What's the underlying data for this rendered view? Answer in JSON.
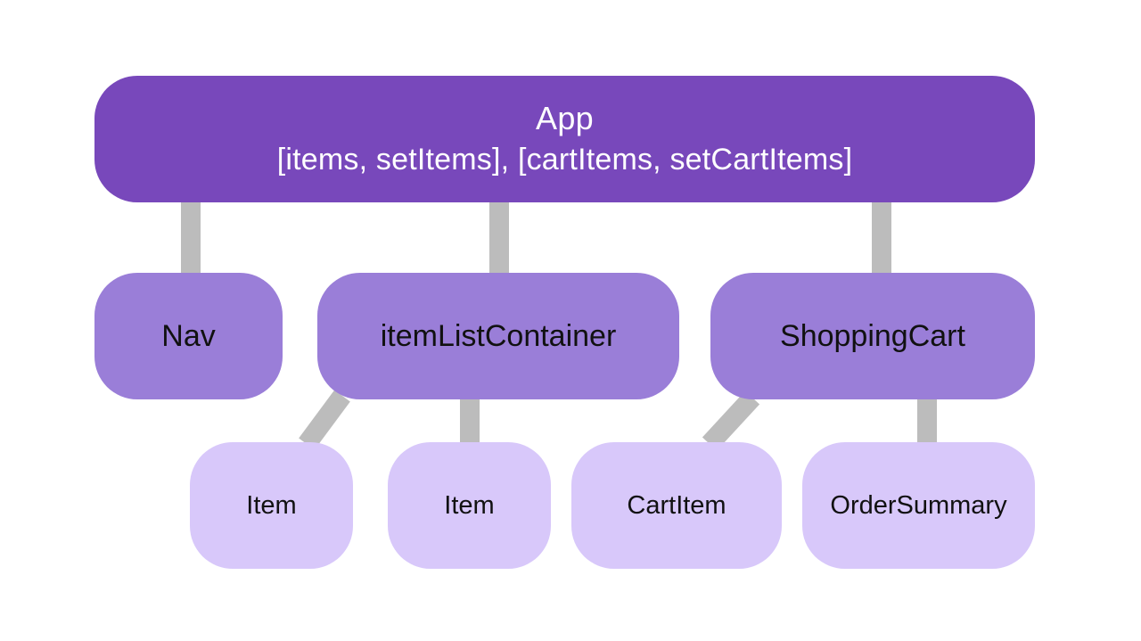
{
  "diagram": {
    "root": {
      "label": "App",
      "state": "[items, setItems], [cartItems, setCartItems]"
    },
    "children": [
      {
        "id": "nav",
        "label": "Nav"
      },
      {
        "id": "item-list-container",
        "label": "itemListContainer"
      },
      {
        "id": "shopping-cart",
        "label": "ShoppingCart"
      }
    ],
    "grandchildren": [
      {
        "id": "item-1",
        "label": "Item",
        "parent": "itemListContainer"
      },
      {
        "id": "item-2",
        "label": "Item",
        "parent": "itemListContainer"
      },
      {
        "id": "cart-item",
        "label": "CartItem",
        "parent": "ShoppingCart"
      },
      {
        "id": "order-summary",
        "label": "OrderSummary",
        "parent": "ShoppingCart"
      }
    ],
    "colors": {
      "root": "#7848bb",
      "child": "#9a7ed8",
      "leaf": "#d8c8fa",
      "connector": "#bcbcbc"
    }
  }
}
